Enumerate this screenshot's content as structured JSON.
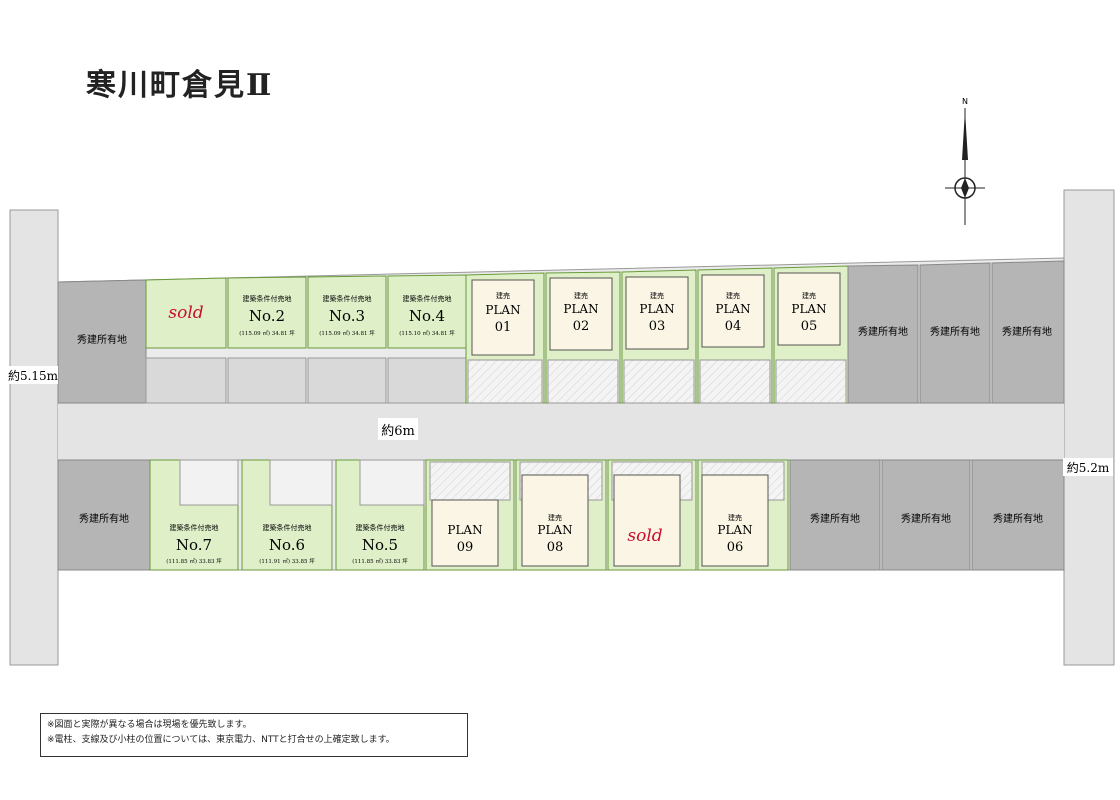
{
  "title": "寒川町倉見Ⅱ",
  "compass": {
    "north_label": "N"
  },
  "roads": {
    "center_width": "約6m",
    "left_width": "約5.15m",
    "right_width": "約5.2m"
  },
  "colors": {
    "lot_green": "#dff0c8",
    "lot_border": "#6a9a3c",
    "owned_gray": "#b5b5b5",
    "road_gray": "#e4e4e4",
    "house_cream": "#faf5e4",
    "sold_red": "#c8102e"
  },
  "north_row": {
    "owned": "秀建所有地",
    "lots": [
      {
        "no": "",
        "sold": "sold",
        "type": "land"
      },
      {
        "cond": "建築条件付売地",
        "no": "No.2",
        "area": "(115.09 ㎡) 34.81 坪",
        "type": "land"
      },
      {
        "cond": "建築条件付売地",
        "no": "No.3",
        "area": "(115.09 ㎡) 34.81 坪",
        "type": "land"
      },
      {
        "cond": "建築条件付売地",
        "no": "No.4",
        "area": "(115.10 ㎡) 34.81 坪",
        "type": "land"
      }
    ],
    "plans": [
      {
        "kind": "建売",
        "name": "PLAN",
        "num": "01"
      },
      {
        "kind": "建売",
        "name": "PLAN",
        "num": "02"
      },
      {
        "kind": "建売",
        "name": "PLAN",
        "num": "03"
      },
      {
        "kind": "建売",
        "name": "PLAN",
        "num": "04"
      },
      {
        "kind": "建売",
        "name": "PLAN",
        "num": "05"
      }
    ],
    "owned_right": [
      "秀建所有地",
      "秀建所有地",
      "秀建所有地"
    ]
  },
  "south_row": {
    "owned": "秀建所有地",
    "lots": [
      {
        "cond": "建築条件付売地",
        "no": "No.7",
        "area": "(111.85 ㎡) 33.83 坪"
      },
      {
        "cond": "建築条件付売地",
        "no": "No.6",
        "area": "(111.91 ㎡) 33.85 坪"
      },
      {
        "cond": "建築条件付売地",
        "no": "No.5",
        "area": "(111.85 ㎡) 33.83 坪"
      }
    ],
    "plans": [
      {
        "kind": "",
        "name": "PLAN",
        "num": "09",
        "sold": ""
      },
      {
        "kind": "建売",
        "name": "PLAN",
        "num": "08",
        "sold": ""
      },
      {
        "kind": "",
        "name": "",
        "num": "",
        "sold": "sold"
      },
      {
        "kind": "建売",
        "name": "PLAN",
        "num": "06",
        "sold": ""
      }
    ],
    "owned_right": [
      "秀建所有地",
      "秀建所有地",
      "秀建所有地"
    ]
  },
  "notes": [
    "※図面と実際が異なる場合は現場を優先致します。",
    "※電柱、支線及び小柱の位置については、東京電力、NTTと打合せの上確定致します。"
  ]
}
